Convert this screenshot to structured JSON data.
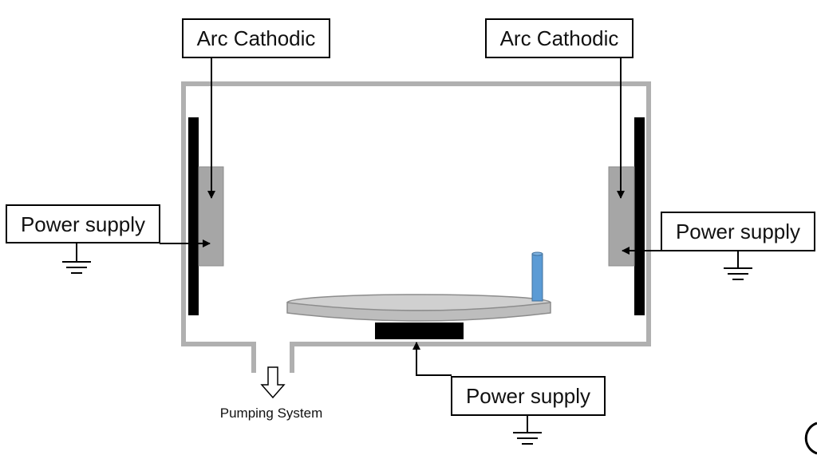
{
  "labels": {
    "arc_cathodic_left": "Arc Cathodic",
    "arc_cathodic_right": "Arc Cathodic",
    "power_supply_left": "Power supply",
    "power_supply_right": "Power supply",
    "power_supply_bottom": "Power supply",
    "pumping_system": "Pumping System"
  },
  "colors": {
    "chamber_wall": "#b0b0b0",
    "cathode": "#a6a6a6",
    "electrode": "#000000",
    "table": "#c4c4c4",
    "sample": "#5b9bd5"
  }
}
